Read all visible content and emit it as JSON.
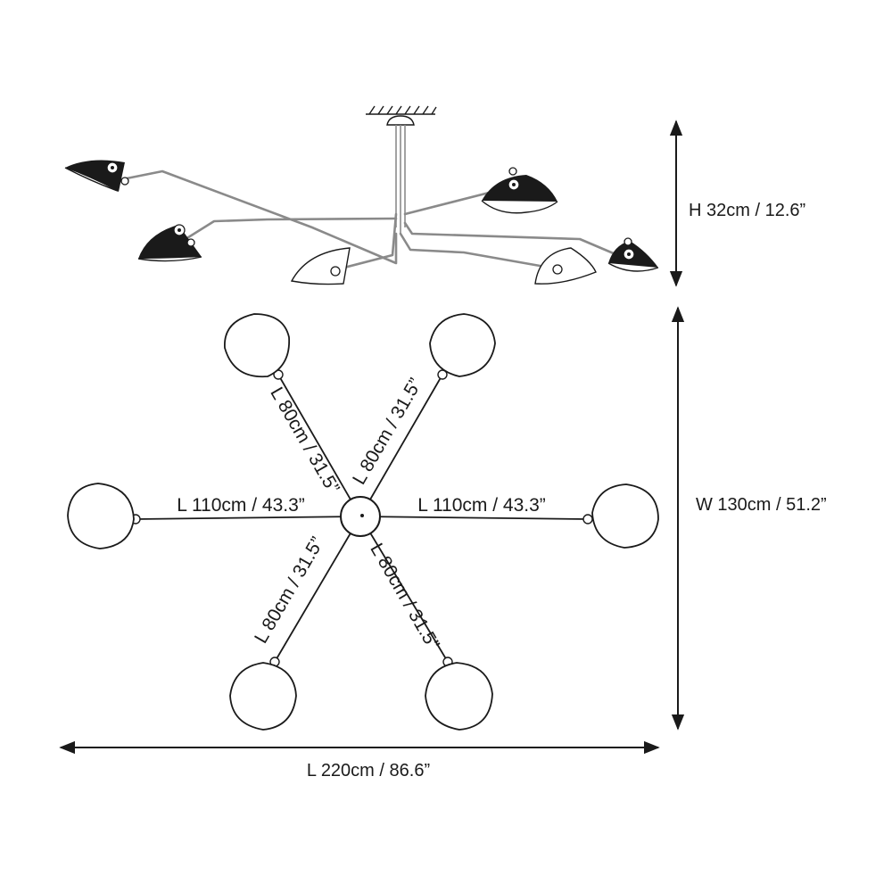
{
  "dimensions": {
    "height": "H 32cm / 12.6”",
    "width": "W 130cm / 51.2”",
    "length": "L 220cm / 86.6”"
  },
  "arms": {
    "upper_left": "L 80cm / 31.5”",
    "upper_right": "L 80cm / 31.5”",
    "left": "L 110cm / 43.3”",
    "right": "L 110cm / 43.3”",
    "lower_left": "L 80cm / 31.5”",
    "lower_right": "L 80cm / 31.5”"
  },
  "colors": {
    "ink": "#1a1a1a",
    "arm_gray": "#8a8a8a",
    "background": "#ffffff"
  }
}
